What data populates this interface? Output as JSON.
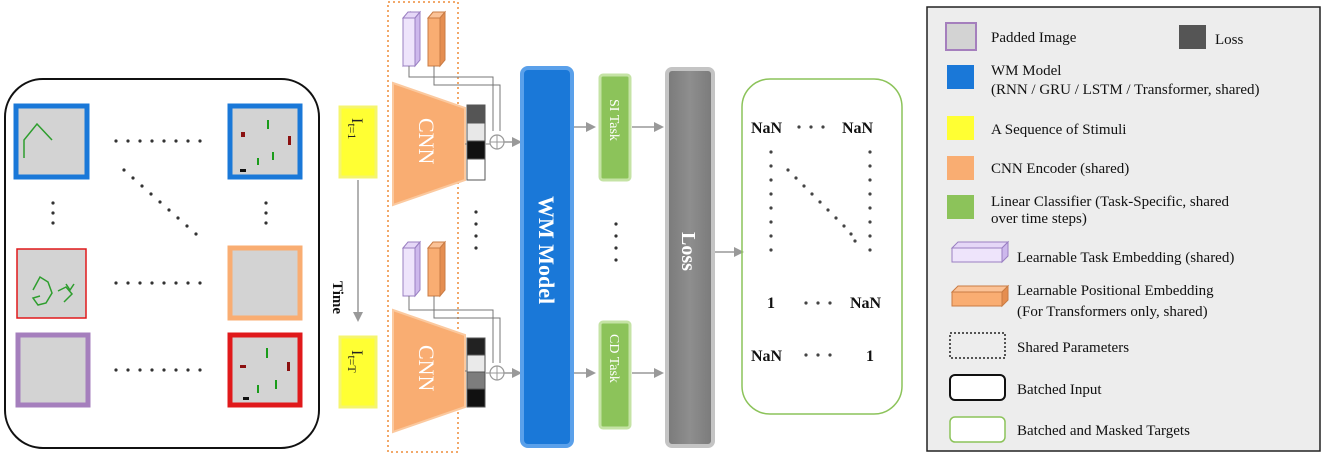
{
  "diagram": {
    "time_label": "Time",
    "stimulus_first": "I",
    "stimulus_first_sub": "t=1",
    "stimulus_last": "I",
    "stimulus_last_sub": "t=T",
    "cnn_label": "CNN",
    "wm_model_label": "WM Model",
    "si_task_label": "SI Task",
    "cd_task_label": "CD Task",
    "loss_label": "Loss",
    "targets": {
      "row1_left": "NaN",
      "row1_right": "NaN",
      "row2_left": "1",
      "row2_right": "NaN",
      "row3_left": "NaN",
      "row3_right": "1"
    }
  },
  "legend": {
    "padded_image": "Padded Image",
    "loss": "Loss",
    "wm_model_line1": "WM Model",
    "wm_model_line2": "(RNN / GRU / LSTM / Transformer, shared)",
    "stimuli": "A Sequence of Stimuli",
    "cnn_encoder": "CNN Encoder (shared)",
    "linear_line1": "Linear Classifier (Task-Specific, shared",
    "linear_line2": "over time steps)",
    "task_embedding": "Learnable Task Embedding (shared)",
    "pos_line1": "Learnable Positional Embedding",
    "pos_line2": "(For Transformers only, shared)",
    "shared_params": "Shared Parameters",
    "batched_input": "Batched Input",
    "batched_targets": "Batched and Masked Targets"
  },
  "colors": {
    "blue": "#1a78d8",
    "orange": "#f9ad72",
    "green": "#8cc35a",
    "yellow": "#ffff33",
    "gray": "#878787",
    "purple": "#a57fbd",
    "red": "#e0191b"
  }
}
